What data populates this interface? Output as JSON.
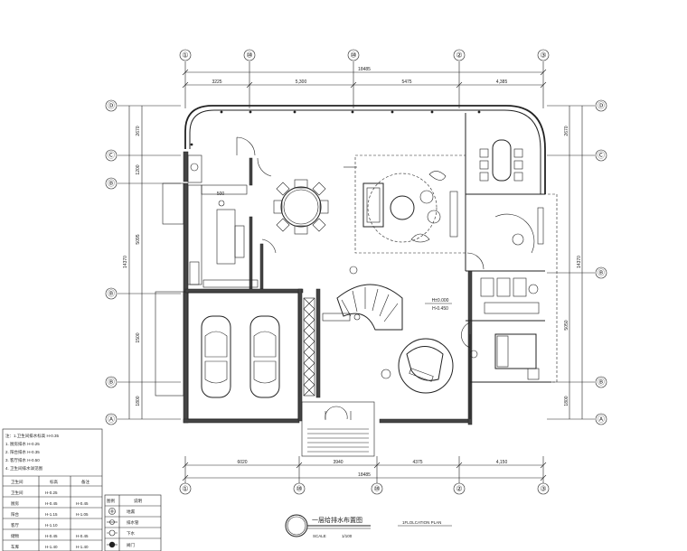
{
  "axes": {
    "top": [
      "①",
      "⑩",
      "⑩",
      "②",
      "③"
    ],
    "bottom": [
      "①",
      "⑩",
      "⑩",
      "②",
      "③"
    ],
    "left": [
      "Ⓓ",
      "Ⓒ",
      "Ⓑ",
      "Ⓑ",
      "Ⓑ",
      "Ⓐ"
    ],
    "right": [
      "Ⓓ",
      "Ⓒ",
      "Ⓑ",
      "Ⓑ",
      "Ⓐ"
    ]
  },
  "dimensions": {
    "top_segments": [
      "3225",
      "5,300",
      "5475",
      "4,385"
    ],
    "top_total": "18485",
    "bottom_segments": [
      "6020",
      "3940",
      "4375",
      "4,150"
    ],
    "bottom_total": "18485",
    "left_segments": [
      "2670",
      "1200",
      "5095",
      "1500",
      "1800"
    ],
    "left_total": "14370",
    "right_segments": [
      "2670",
      "5050",
      "1800"
    ],
    "right_total": "14370"
  },
  "labels": {
    "level_mark_1": "H±0.000",
    "level_mark_2": "H-0.450",
    "room_note": "500"
  },
  "notes": {
    "lines": [
      "注：1.卫生间排水标高 H-0.35",
      "1. 厨房排水 H-0.25",
      "2. 阳台排水 H-0.35",
      "3. 客厅排水 H-0.50",
      "4. 卫生间排水详见图"
    ],
    "headers": [
      "卫生间",
      "标高",
      "备注"
    ],
    "rows": [
      [
        "卫生间",
        "H-0.25",
        ""
      ],
      [
        "厨房",
        "H-0.45",
        "H-0.45"
      ],
      [
        "阳台",
        "H-1.15",
        "H-1.05"
      ],
      [
        "客厅",
        "H-1.10",
        ""
      ],
      [
        "储物",
        "H-0.45",
        "H-0.45"
      ],
      [
        "车库",
        "H-1.40",
        "H-1.40"
      ]
    ]
  },
  "legend": {
    "headers": [
      "图例",
      "说明"
    ],
    "items": [
      {
        "icon": "floor-drain-icon",
        "label": "地漏"
      },
      {
        "icon": "pipe-icon",
        "label": "排水管"
      },
      {
        "icon": "drain-icon",
        "label": "下水"
      },
      {
        "icon": "valve-icon",
        "label": "阀门"
      }
    ]
  },
  "title_block": {
    "title": "一层给排水布置图",
    "subtitle": "1FLOLCATION PLAN",
    "scale_label": "SCALE",
    "scale_value": "1/100"
  },
  "colors": {
    "line": "#222222",
    "wall_fill": "#444444",
    "background": "#ffffff"
  }
}
